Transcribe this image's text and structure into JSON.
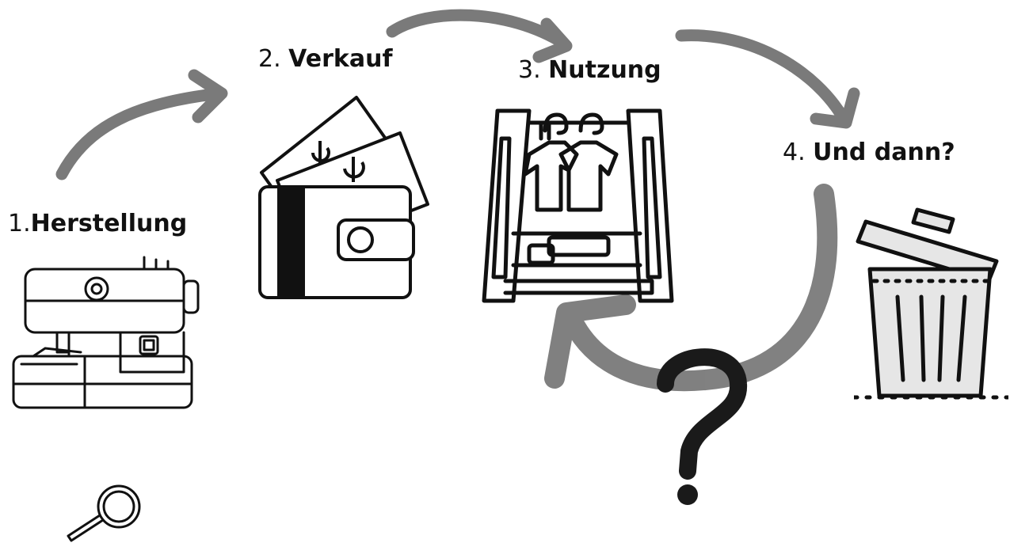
{
  "steps": [
    {
      "number": "1.",
      "label": "Herstellung",
      "icon": "sewing-machine-icon"
    },
    {
      "number": "2.",
      "label": "Verkauf",
      "icon": "wallet-money-icon"
    },
    {
      "number": "3.",
      "label": "Nutzung",
      "icon": "clothes-rack-icon"
    },
    {
      "number": "4.",
      "label": "Und dann?",
      "icon": "trash-can-icon"
    }
  ],
  "extras": {
    "question_icon": "question-mark-icon",
    "magnifier_icon": "magnifying-glass-icon"
  },
  "colors": {
    "arrow": "#7a7a7a",
    "ink": "#111111",
    "trash_lid": "#e6e6e6"
  }
}
